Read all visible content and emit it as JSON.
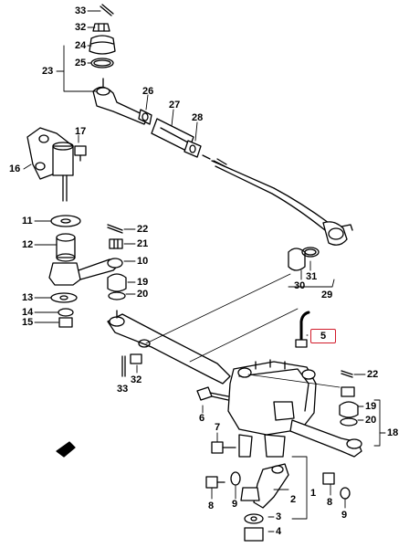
{
  "figure": {
    "labels": [
      "33",
      "32",
      "24",
      "25",
      "23",
      "26",
      "27",
      "28",
      "17",
      "16",
      "11",
      "22",
      "21",
      "12",
      "10",
      "19",
      "20",
      "13",
      "14",
      "15",
      "31",
      "30",
      "29",
      "5",
      "32",
      "33",
      "22",
      "19",
      "20",
      "18",
      "6",
      "7",
      "8",
      "9",
      "2",
      "1",
      "3",
      "4",
      "8",
      "9"
    ],
    "highlighted_label": "5",
    "highlight_color": "#d11a2a"
  }
}
